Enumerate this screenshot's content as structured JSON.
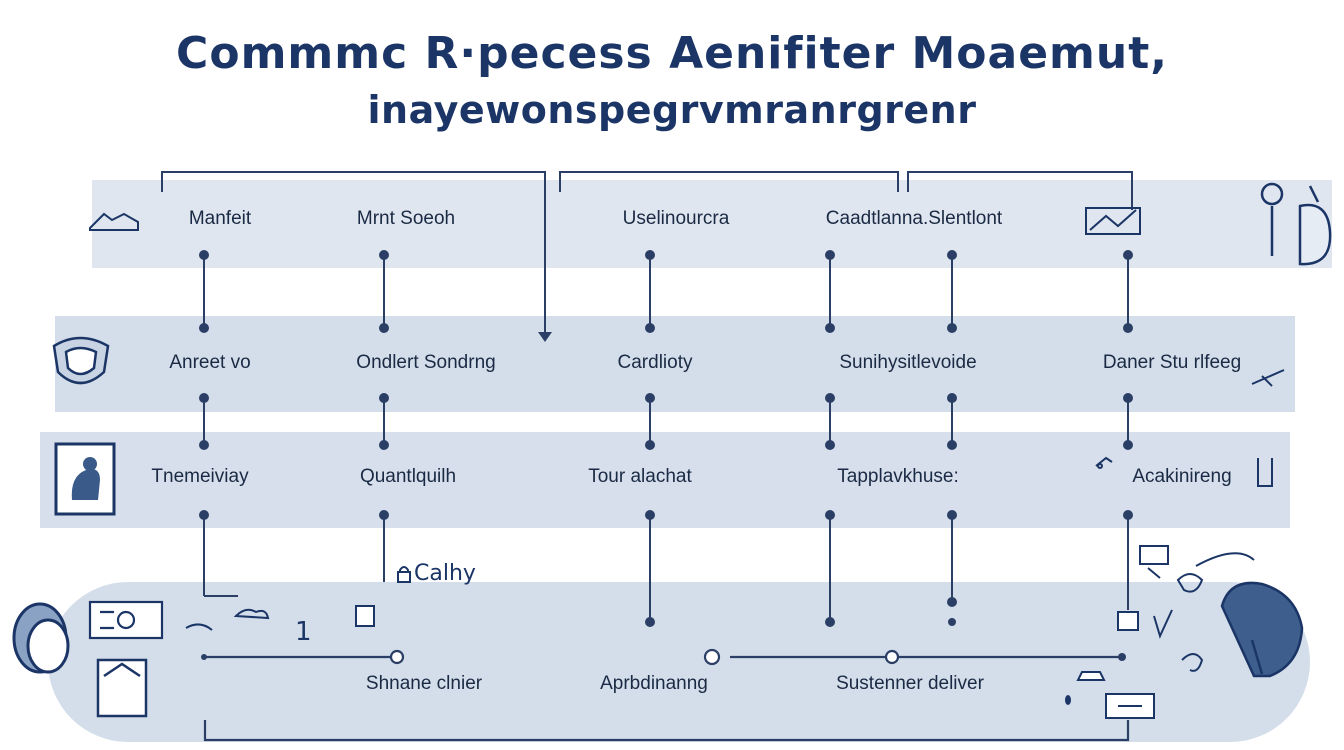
{
  "title": {
    "line1": "Commmc R·pecess Aenifiter Moaemut,",
    "line2": "inayewonspegrvmranrgrenr"
  },
  "rows": [
    {
      "labels": [
        "Manfeit",
        "Mrnt Soeoh",
        "Uselinourcra",
        "Caadtlanna.Slentlont"
      ]
    },
    {
      "labels": [
        "Anreet vo",
        "Ondlert Sondrng",
        "Cardlioty",
        "Sunihysitlevoide",
        "Daner Stu rlfeeg"
      ]
    },
    {
      "labels": [
        "Tnemeiviay",
        "Quantlquilh",
        "Tour alachat",
        "Tapplavkhuse:",
        "Acakinireng"
      ]
    },
    {
      "labels": [
        "Shnane clnier",
        "Aprbdinanng",
        "Sustenner deliver"
      ]
    }
  ],
  "misc": {
    "floating_text": "Calhy",
    "numeral": "1"
  },
  "colors": {
    "navy": "#1b3566",
    "band": "#d4deea",
    "band_light": "#e1e8f1",
    "line": "#2b3f66"
  }
}
